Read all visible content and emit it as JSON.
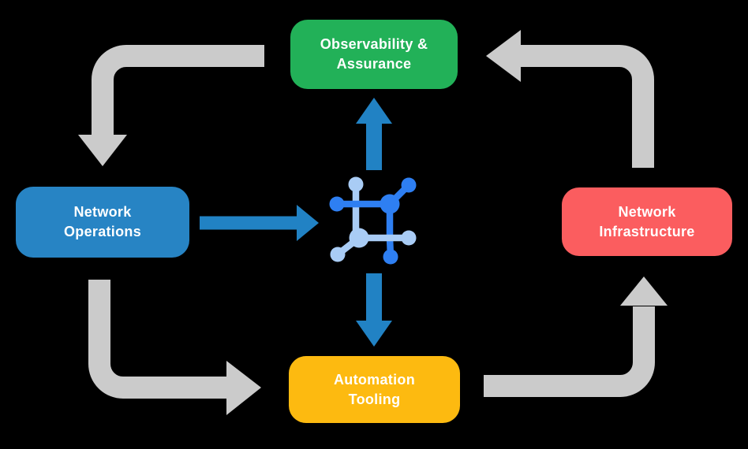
{
  "diagram_title": "Network automation lifecycle diagram",
  "colors": {
    "background": "#000000",
    "gray_arrow": "#CBCBCB",
    "blue_arrow": "#2182C4",
    "icon_dark_blue": "#2E7FF2",
    "icon_light_blue": "#A9CCF5",
    "text": "#FFFFFF"
  },
  "nodes": {
    "observability": {
      "label": "Observability & Assurance",
      "line1": "Observability &",
      "line2": "Assurance",
      "color": "#22B158"
    },
    "operations": {
      "label": "Network Operations",
      "line1": "Network",
      "line2": "Operations",
      "color": "#2784C4"
    },
    "infrastructure": {
      "label": "Network Infrastructure",
      "line1": "Network",
      "line2": "Infrastructure",
      "color": "#FB5D5F"
    },
    "automation": {
      "label": "Automation Tooling",
      "line1": "Automation",
      "line2": "Tooling",
      "color": "#FDBA10"
    }
  },
  "icons": {
    "center": "network-fabric-icon"
  },
  "flows": {
    "gray_cycle": [
      "observability-to-operations",
      "operations-to-automation",
      "automation-to-infrastructure",
      "infrastructure-to-observability"
    ],
    "blue_spokes": [
      "operations-to-center",
      "center-to-observability",
      "center-to-automation"
    ]
  }
}
